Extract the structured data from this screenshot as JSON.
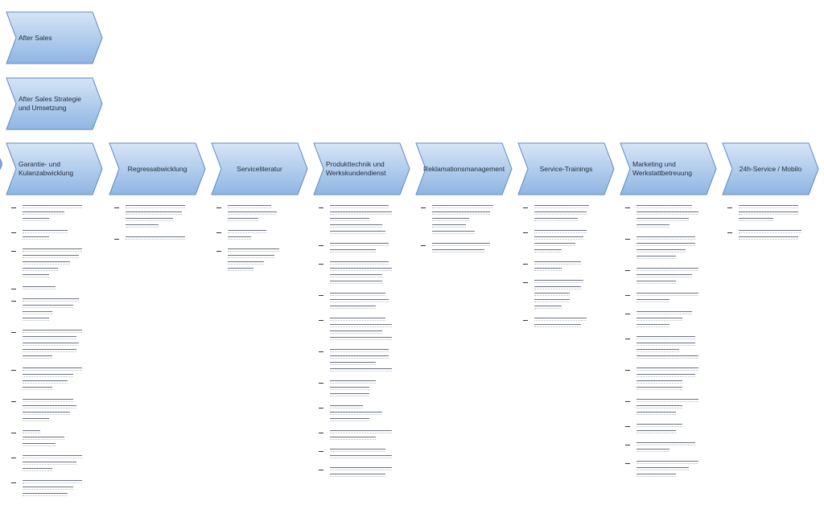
{
  "colors": {
    "chevron_fill_top": "#cfe0f5",
    "chevron_fill_bottom": "#8fb5e3",
    "chevron_stroke": "#5b88c2",
    "text": "#1f2a3a"
  },
  "hierarchy": {
    "level1": "After Sales",
    "level2": "After Sales Strategie und Umsetzung"
  },
  "process_steps": [
    {
      "label": "Garantie- und Kulanzabwicklung",
      "bullets": [
        [
          1.0,
          0.7,
          0.45
        ],
        [
          0.75,
          0.45
        ],
        [
          1.0,
          0.95,
          0.8,
          0.6,
          0.45
        ],
        [
          0.55
        ],
        [
          0.95,
          0.85,
          0.5,
          0.45
        ],
        [
          1.0,
          0.9,
          0.95,
          0.9,
          0.5
        ],
        [
          1.0,
          0.85,
          0.75,
          0.5
        ],
        [
          0.85,
          0.9,
          0.8,
          0.45
        ],
        [
          0.3,
          0.7,
          0.55
        ],
        [
          1.0,
          0.9,
          0.5
        ],
        [
          1.0,
          0.85,
          0.75
        ]
      ]
    },
    {
      "label": "Regressabwicklung",
      "bullets": [
        [
          1.0,
          0.95,
          0.8,
          0.55
        ],
        [
          1.0
        ]
      ]
    },
    {
      "label": "Serviceliteratur",
      "bullets": [
        [
          0.85,
          0.95,
          0.6
        ],
        [
          0.75,
          0.45
        ],
        [
          1.0,
          0.9,
          0.7,
          0.5
        ]
      ]
    },
    {
      "label": "Produkttechnik und Werkskundendienst",
      "bullets": [
        [
          0.9,
          0.95,
          0.6,
          0.8,
          0.85
        ],
        [
          0.9,
          0.7
        ],
        [
          0.9,
          0.95,
          0.8,
          0.8
        ],
        [
          0.85,
          0.9,
          0.7
        ],
        [
          0.85,
          0.95,
          0.8,
          0.95
        ],
        [
          0.9,
          0.9,
          0.7,
          0.95
        ],
        [
          0.7,
          0.6,
          0.6
        ],
        [
          0.5,
          0.8,
          0.6
        ],
        [
          0.95,
          0.7
        ],
        [
          0.85,
          0.95
        ],
        [
          0.95,
          0.85
        ]
      ]
    },
    {
      "label": "Reklamationsmanagement",
      "bullets": [
        [
          1.0,
          0.95,
          0.6,
          0.55,
          0.7
        ],
        [
          0.95,
          0.85
        ]
      ]
    },
    {
      "label": "Service-Trainings",
      "bullets": [
        [
          1.0,
          0.95,
          0.8
        ],
        [
          0.95,
          0.9,
          0.75,
          0.5
        ],
        [
          0.85,
          0.5
        ],
        [
          0.9,
          0.85,
          0.65,
          0.65,
          0.5
        ],
        [
          0.95,
          0.85
        ]
      ]
    },
    {
      "label": "Marketing und Werkstattbetreuung",
      "bullets": [
        [
          0.85,
          0.95,
          0.8,
          0.5
        ],
        [
          0.9,
          0.9,
          0.75,
          0.6
        ],
        [
          0.95,
          0.85,
          0.6
        ],
        [
          0.95,
          0.5
        ],
        [
          0.85,
          0.7,
          0.5
        ],
        [
          0.9,
          0.9,
          0.65,
          0.95
        ],
        [
          0.95,
          0.9,
          0.7,
          0.7
        ],
        [
          0.95,
          0.7,
          0.6
        ],
        [
          0.7,
          0.6
        ],
        [
          0.9,
          0.5
        ],
        [
          0.95,
          0.8,
          0.6
        ]
      ]
    },
    {
      "label": "24h-Service / Mobilo",
      "bullets": [
        [
          0.95,
          0.95,
          0.55
        ],
        [
          1.0,
          0.95
        ]
      ]
    }
  ]
}
